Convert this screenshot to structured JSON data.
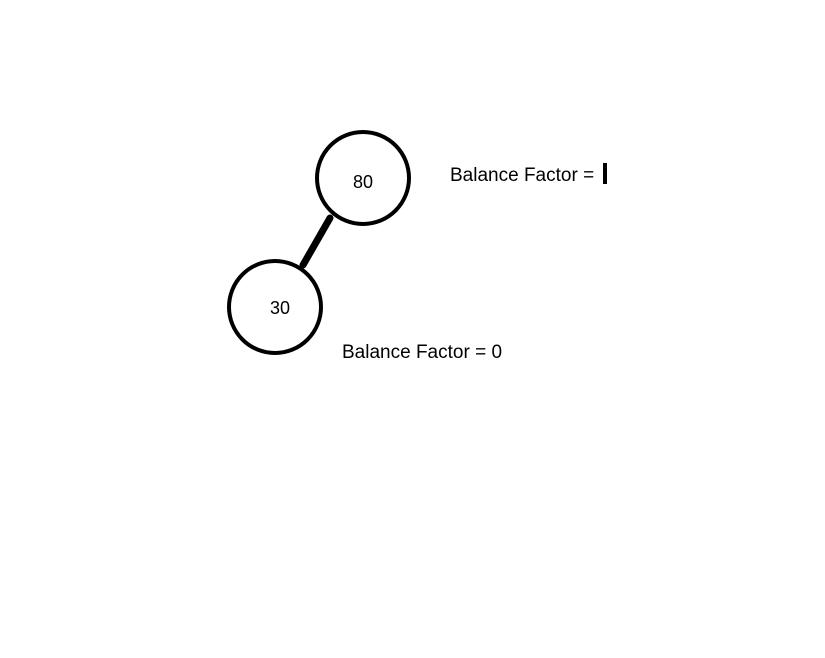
{
  "nodes": [
    {
      "id": "n80",
      "value": "80",
      "balance_label": "Balance Factor =",
      "balance_value": ""
    },
    {
      "id": "n30",
      "value": "30",
      "balance_label": "Balance Factor =",
      "balance_value": "0"
    }
  ],
  "edges": [
    {
      "from": "n80",
      "to": "n30"
    }
  ]
}
